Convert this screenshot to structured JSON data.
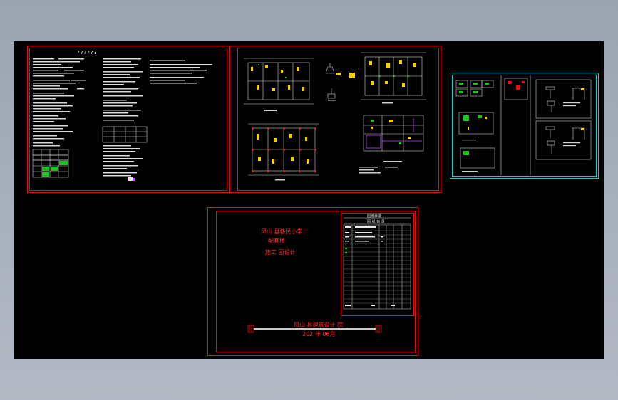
{
  "viewport": {
    "background": "#a3acb8",
    "canvas_color": "#000000"
  },
  "colors": {
    "frame_red": "#e01010",
    "frame_cyan": "#17c7d6",
    "text_red": "#ff2a2a",
    "line_white": "#cfcfcf",
    "accent_yellow": "#f2d000",
    "accent_green": "#19c41e"
  },
  "sheet_notes": {
    "title": "??????"
  },
  "cover": {
    "line1": "凤山 县移民小学",
    "line2": "配套楼",
    "line3": "施工 图设计",
    "institute": "凤山 县建筑设计 院",
    "date": "202 年 06月"
  },
  "index_table": {
    "header": "图纸目录",
    "subheader": "图 纸 目 录"
  }
}
